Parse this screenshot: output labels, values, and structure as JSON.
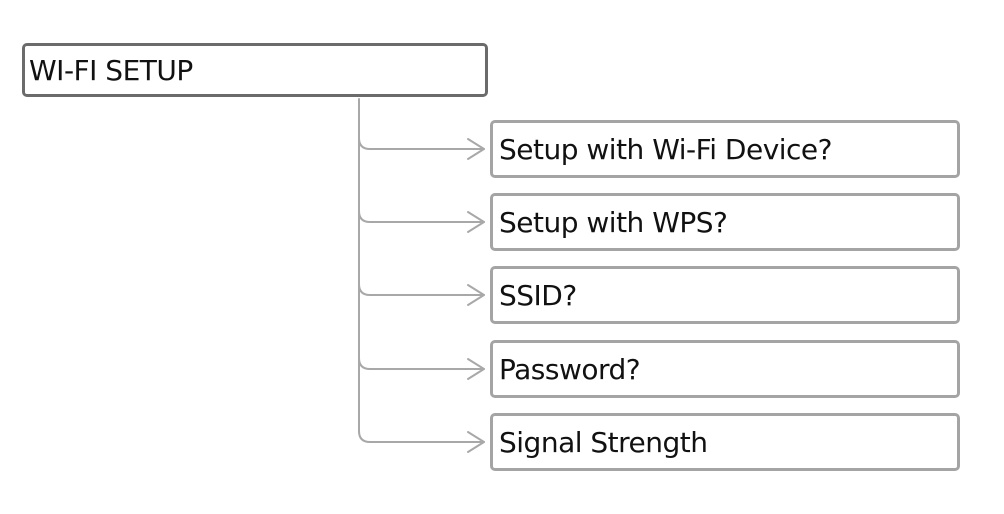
{
  "root": {
    "label": "WI-FI SETUP"
  },
  "children": [
    {
      "label": "Setup with Wi-Fi Device?"
    },
    {
      "label": "Setup with WPS?"
    },
    {
      "label": "SSID?"
    },
    {
      "label": "Password?"
    },
    {
      "label": "Signal Strength"
    }
  ],
  "colors": {
    "root_border": "#6b6b6b",
    "child_border": "#a4a4a4",
    "connector": "#a8a8a8",
    "text": "#111111"
  }
}
